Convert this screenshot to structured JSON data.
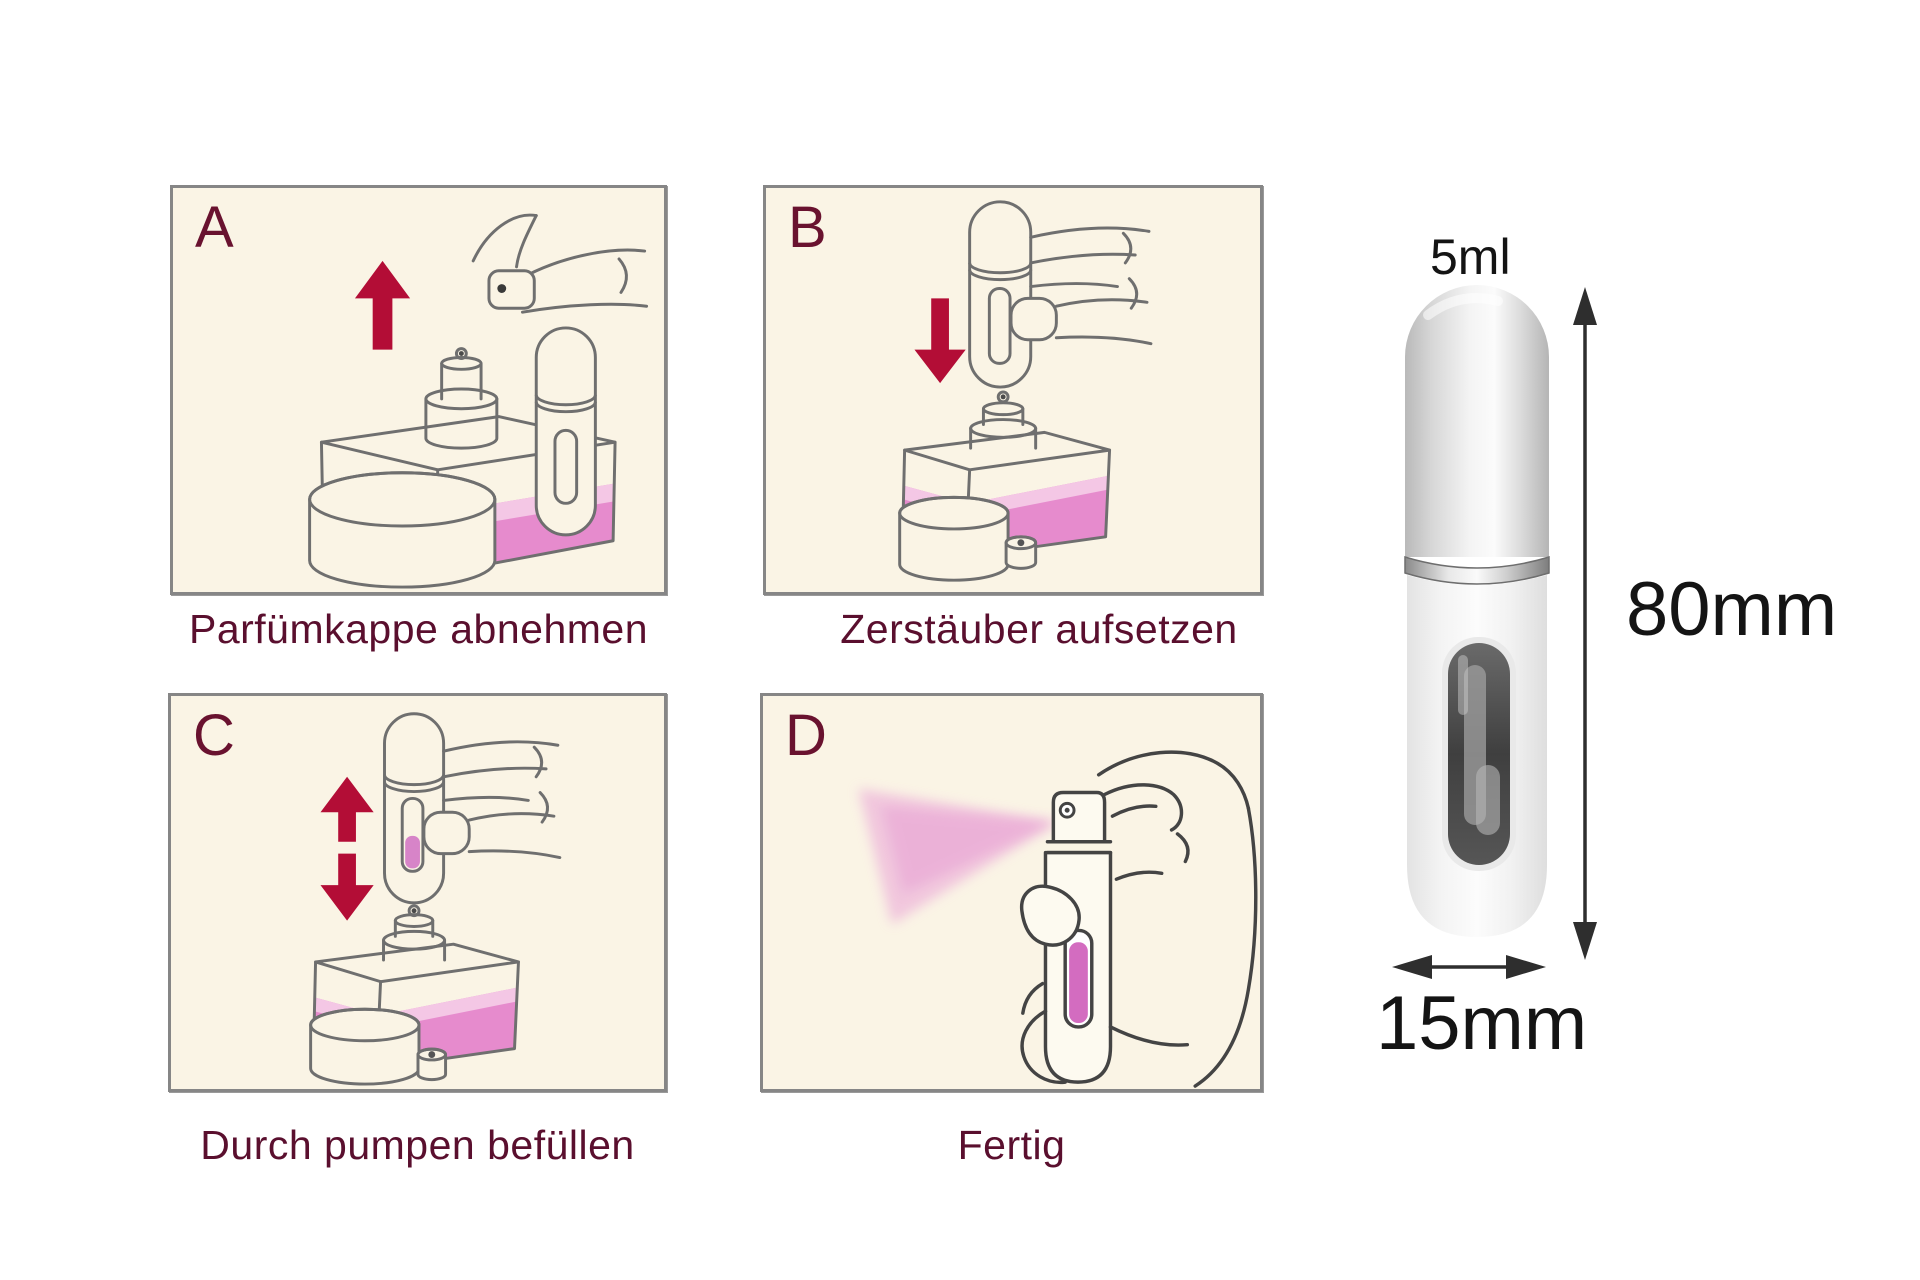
{
  "sheet": {
    "language": "de",
    "subject": "refillable perfume atomizer instructions"
  },
  "steps": [
    {
      "letter": "A",
      "caption": "Parfümkappe abnehmen"
    },
    {
      "letter": "B",
      "caption": "Zerstäuber aufsetzen"
    },
    {
      "letter": "C",
      "caption": "Durch pumpen befüllen"
    },
    {
      "letter": "D",
      "caption": "Fertig"
    }
  ],
  "product": {
    "capacity": "5ml",
    "height": "80mm",
    "width": "15mm"
  },
  "colors": {
    "panel_background": "#faf4e5",
    "panel_border": "#868686",
    "step_letter": "#69122f",
    "caption_text": "#5a0f2e",
    "arrow_red": "#b30d36",
    "liquid_pink": "#e68bcd",
    "liquid_pink_light": "#f4c7e5",
    "sketch_outline": "#6f6f6f",
    "dimension_text": "#141414"
  }
}
